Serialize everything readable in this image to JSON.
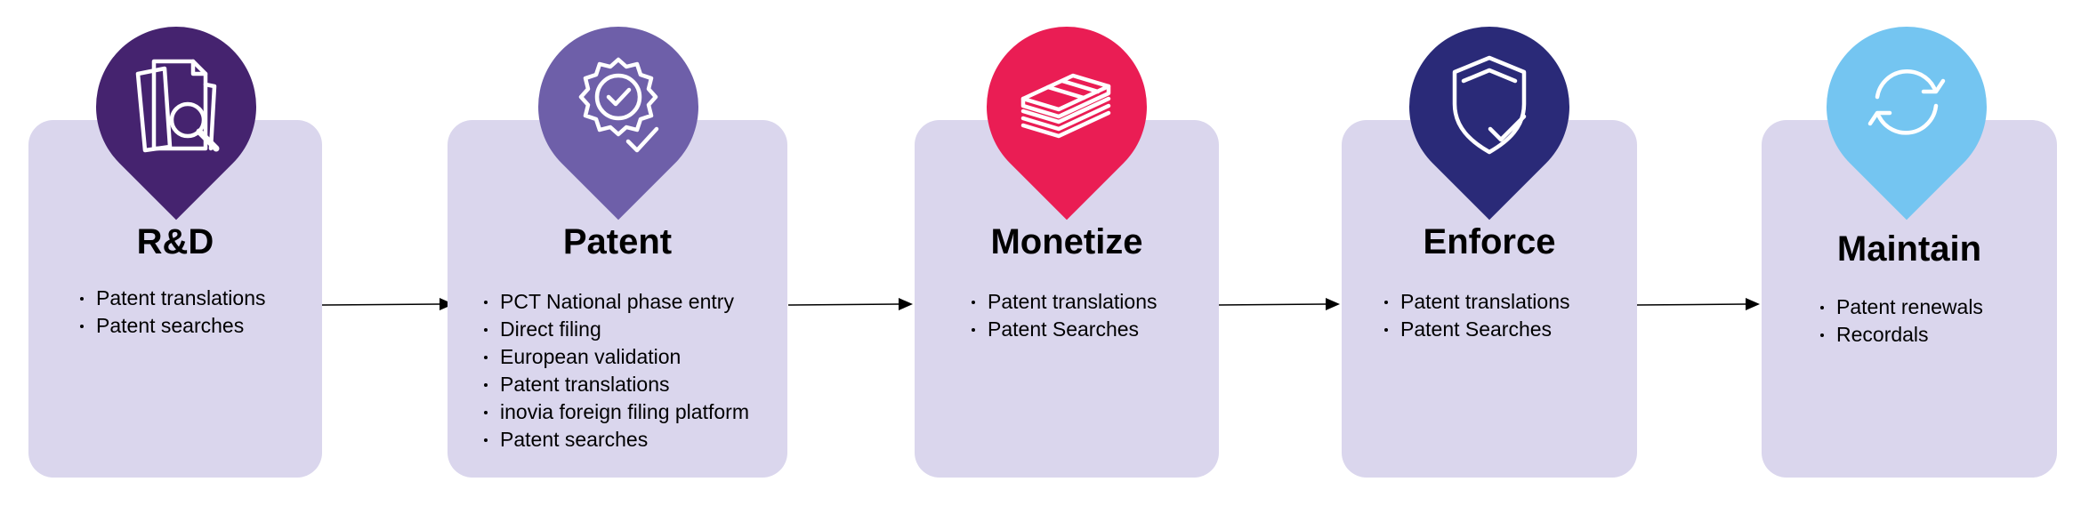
{
  "stages": [
    {
      "title": "R&D",
      "icon": "document-search-icon",
      "color": "#45236f",
      "items": [
        "Patent translations",
        "Patent searches"
      ]
    },
    {
      "title": "Patent",
      "icon": "certificate-badge-icon",
      "color": "#6e5fa9",
      "items": [
        "PCT National phase entry",
        "Direct filing",
        "European validation",
        "Patent translations",
        "inovia foreign filing platform",
        "Patent searches"
      ]
    },
    {
      "title": "Monetize",
      "icon": "money-stack-icon",
      "color": "#ea1d54",
      "items": [
        "Patent translations",
        "Patent Searches"
      ]
    },
    {
      "title": "Enforce",
      "icon": "shield-check-icon",
      "color": "#2a2a78",
      "items": [
        "Patent translations",
        "Patent Searches"
      ]
    },
    {
      "title": "Maintain",
      "icon": "refresh-cycle-icon",
      "color": "#74c5f1",
      "items": [
        "Patent renewals",
        "Recordals"
      ]
    }
  ]
}
